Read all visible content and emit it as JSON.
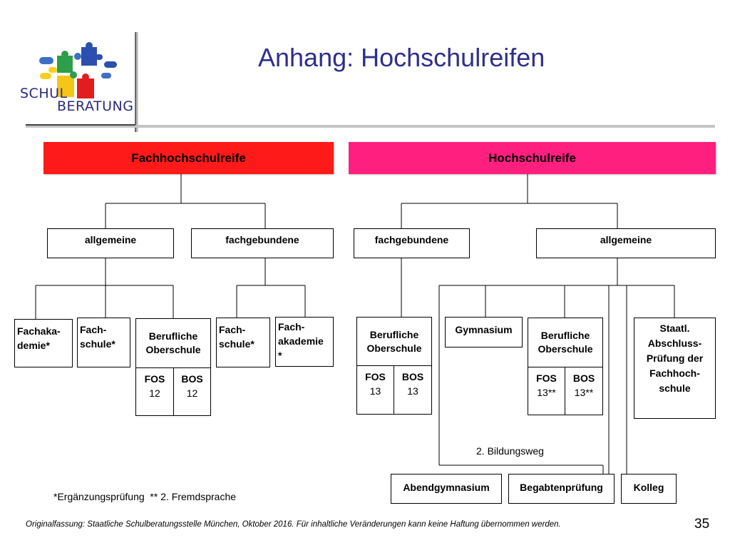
{
  "logo": {
    "line1": "SCHUL",
    "line2": "BERATUNG"
  },
  "title": "Anhang: Hochschulreifen",
  "colors": {
    "fachhochschulreife": "#ff1a1a",
    "hochschulreife": "#ff1f7f",
    "title": "#2e2f8a",
    "logo_text": "#2a2a7a"
  },
  "left": {
    "header": "Fachhochschulreife",
    "allgemeine": "allgemeine",
    "fachgebundene": "fachgebundene",
    "fachakademie_allg": "Fachaka-\ndemie*",
    "fachschule_allg": "Fach-\nschule*",
    "bos_box": {
      "label": "Berufliche\nOberschule",
      "fos_title": "FOS",
      "fos_value": "12",
      "bos_title": "BOS",
      "bos_value": "12"
    },
    "fachschule_fg": "Fach-\nschule*",
    "fachakademie_fg": "Fach-\nakademie\n*"
  },
  "right": {
    "header": "Hochschulreife",
    "fachgebundene": "fachgebundene",
    "allgemeine": "allgemeine",
    "bos_box_fg": {
      "label": "Berufliche\nOberschule",
      "fos_title": "FOS",
      "fos_value": "13",
      "bos_title": "BOS",
      "bos_value": "13"
    },
    "gymnasium": "Gymnasium",
    "bos_box_allg": {
      "label": "Berufliche\nOberschule",
      "fos_title": "FOS",
      "fos_value": "13**",
      "bos_title": "BOS",
      "bos_value": "13**"
    },
    "staatl": "Staatl.\nAbschluss-\nPrüfung der\nFachhoch-\nschule",
    "bildungsweg": "2. Bildungsweg",
    "abendgymnasium": "Abendgymnasium",
    "begabtenpruefung": "Begabtenprüfung",
    "kolleg": "Kolleg"
  },
  "footnote": "*Ergänzungsprüfung  ** 2. Fremdsprache",
  "footer": "Originalfassung: Staatliche Schulberatungsstelle München, Oktober 2016.  Für inhaltliche Veränderungen kann keine Haftung übernommen werden.",
  "page_number": "35"
}
